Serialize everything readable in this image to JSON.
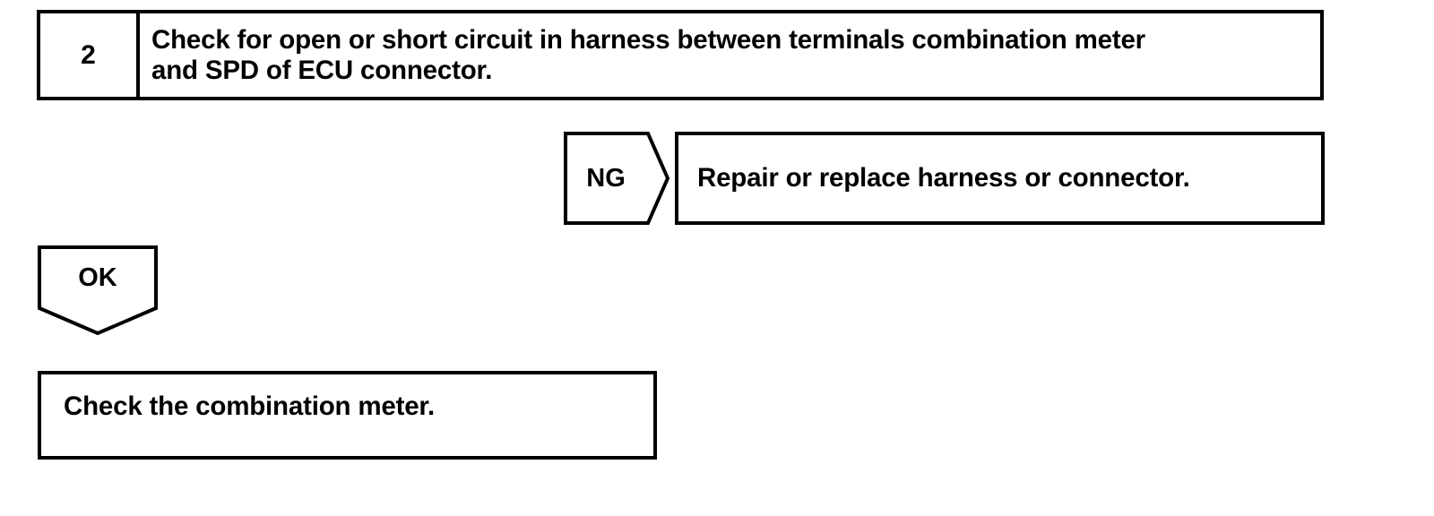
{
  "document": {
    "type": "troubleshooting-flowchart",
    "background_color": "#ffffff",
    "line_color": "#000000"
  },
  "step": {
    "number": "2",
    "instruction": "Check for open or short circuit in harness between terminals combination meter\nand SPD of ECU connector."
  },
  "branch_ng": {
    "label": "NG",
    "action": "Repair or replace harness or connector."
  },
  "branch_ok": {
    "label": "OK"
  },
  "result": {
    "text": "Check the combination meter."
  }
}
